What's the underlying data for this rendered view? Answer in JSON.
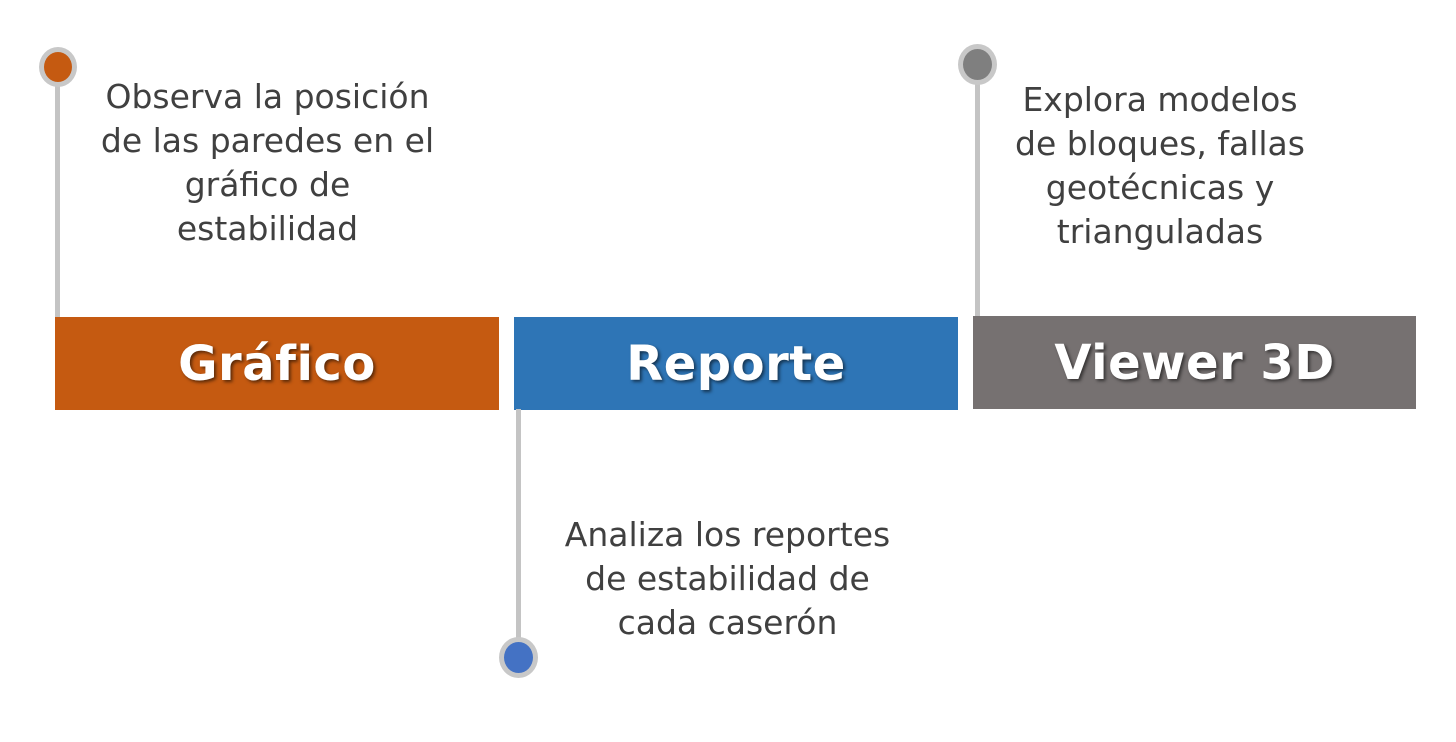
{
  "colors": {
    "grafico": "#c55a11",
    "reporte": "#2e75b6",
    "viewer": "#767171",
    "connector": "#c4c4c4",
    "dot_grafico": "#c55a11",
    "dot_reporte": "#4472c4",
    "dot_viewer": "#7f7f7f",
    "text": "#404040"
  },
  "steps": [
    {
      "label": "Gráfico",
      "description": "Observa la posición\nde las paredes en el\ngráfico de\nestabilidad"
    },
    {
      "label": "Reporte",
      "description": "Analiza los reportes\nde estabilidad de\ncada caserón"
    },
    {
      "label": "Viewer 3D",
      "description": "Explora modelos\nde bloques, fallas\ngeotécnicas y\ntrianguladas"
    }
  ]
}
